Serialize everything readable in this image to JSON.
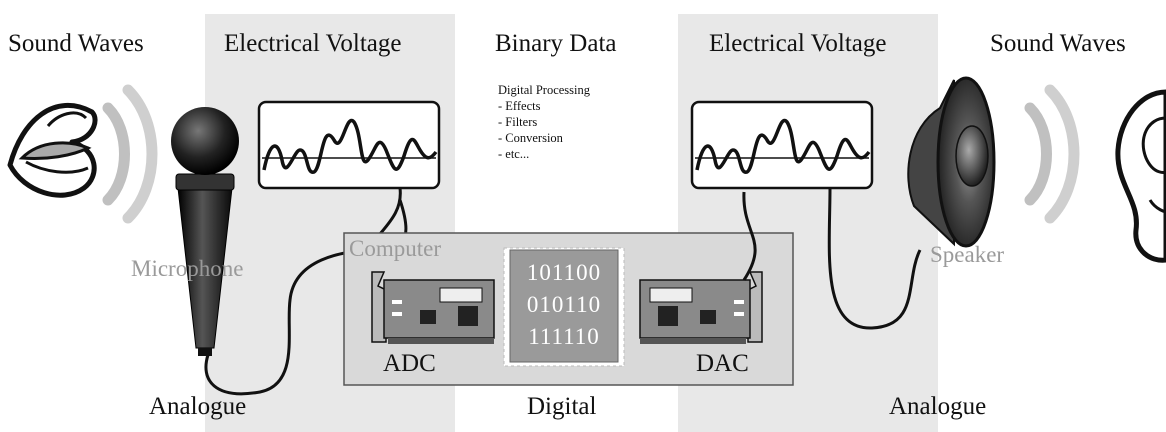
{
  "headers": {
    "sound_waves_left": "Sound Waves",
    "voltage_left": "Electrical Voltage",
    "binary_data": "Binary Data",
    "voltage_right": "Electrical Voltage",
    "sound_waves_right": "Sound Waves"
  },
  "processing": {
    "title": "Digital Processing",
    "items": [
      "- Effects",
      "- Filters",
      "- Conversion",
      "- etc..."
    ]
  },
  "components": {
    "microphone": "Microphone",
    "computer": "Computer",
    "speaker": "Speaker",
    "adc": "ADC",
    "dac": "DAC"
  },
  "binary_lines": [
    "101100",
    "010110",
    "111110"
  ],
  "domains": {
    "left": "Analogue",
    "middle": "Digital",
    "right": "Analogue"
  },
  "colors": {
    "panel_grey": "#e8e8e8",
    "chip_grey": "#9a9a9a",
    "box_grey": "#d9d9d9",
    "label_grey": "#9a9a9a"
  }
}
